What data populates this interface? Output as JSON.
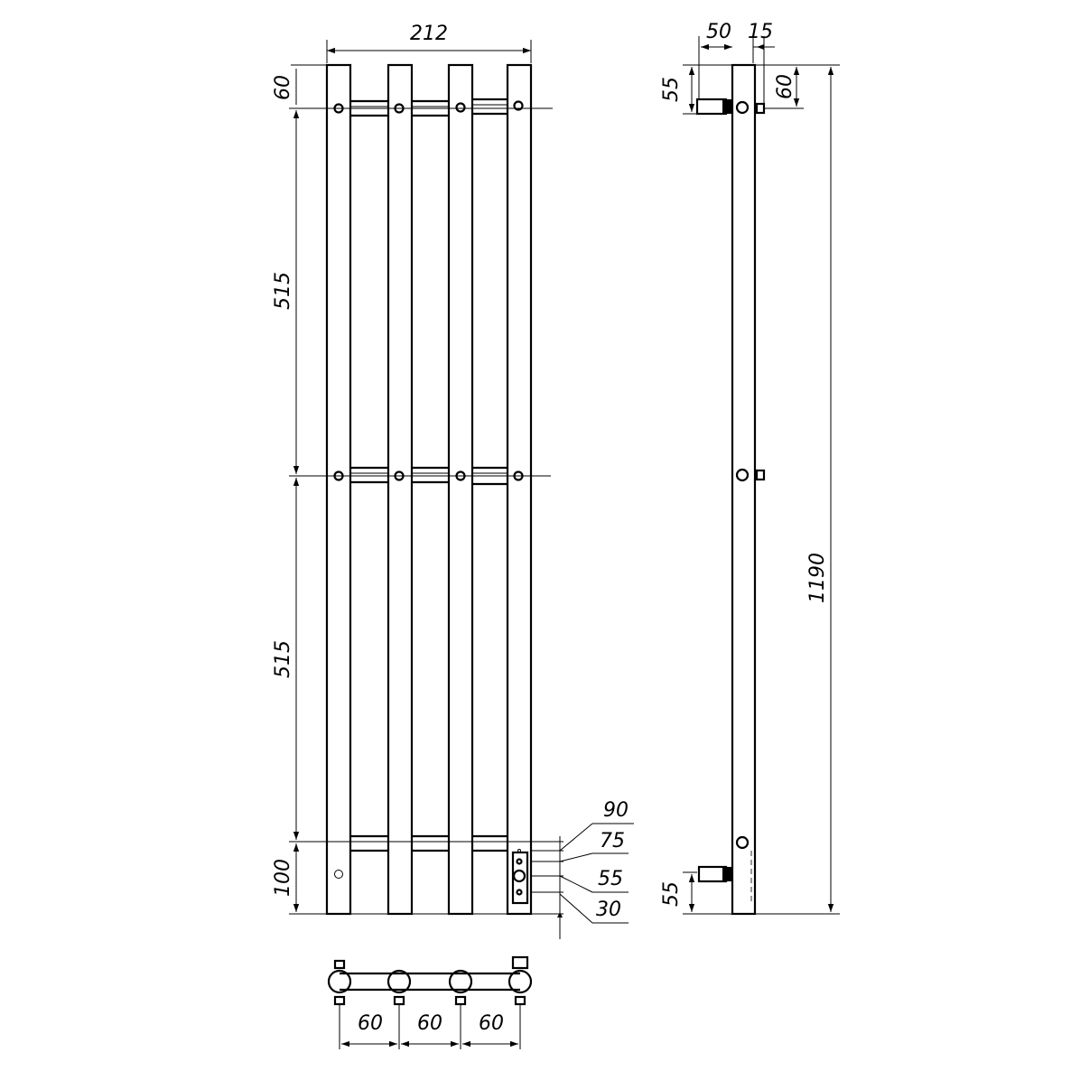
{
  "front_view": {
    "overall_width": "212",
    "top_offset": "60",
    "upper_span": "515",
    "lower_span": "515",
    "bottom_offset": "100",
    "connection_callouts": [
      "90",
      "75",
      "55",
      "30"
    ]
  },
  "side_view": {
    "projection": "50",
    "wall_gap": "15",
    "top_fitting": "55",
    "top_mount": "60",
    "overall_height": "1190",
    "bottom_fitting": "55"
  },
  "top_view": {
    "spacings": [
      "60",
      "60",
      "60"
    ]
  },
  "colors": {
    "line": "#000000",
    "background": "#ffffff"
  }
}
